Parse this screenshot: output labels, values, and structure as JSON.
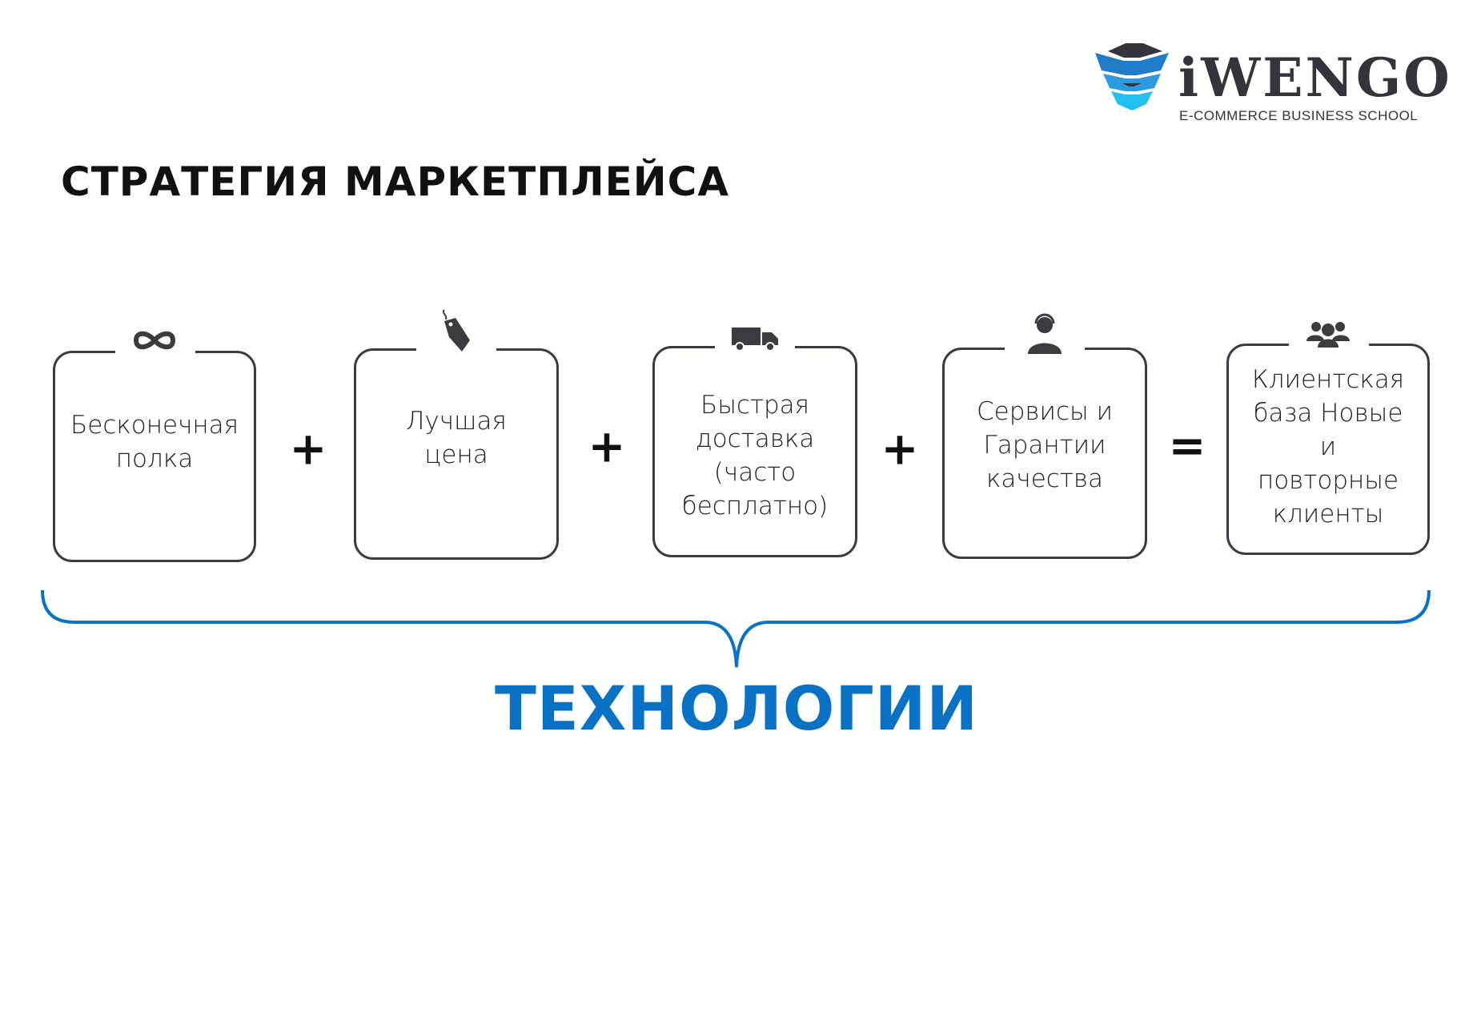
{
  "title": "СТРАТЕГИЯ МАРКЕТПЛЕЙСА",
  "logo": {
    "name": "iWENGO",
    "tagline": "E-COMMERCE BUSINESS SCHOOL"
  },
  "boxes": [
    {
      "text": "Бесконечная полка",
      "icon": "infinity-icon"
    },
    {
      "text": "Лучшая цена",
      "icon": "price-tag-icon"
    },
    {
      "text": "Быстрая доставка (часто бесплатно)",
      "icon": "truck-icon"
    },
    {
      "text": "Сервисы и Гарантии качества",
      "icon": "support-agent-icon"
    },
    {
      "text": "Клиентская база Новые и повторные клиенты",
      "icon": "users-icon"
    }
  ],
  "operators": [
    "+",
    "+",
    "+",
    "="
  ],
  "footer": "ТЕХНОЛОГИИ",
  "colors": {
    "accent": "#0a72c4",
    "dark": "#3b3b42"
  }
}
